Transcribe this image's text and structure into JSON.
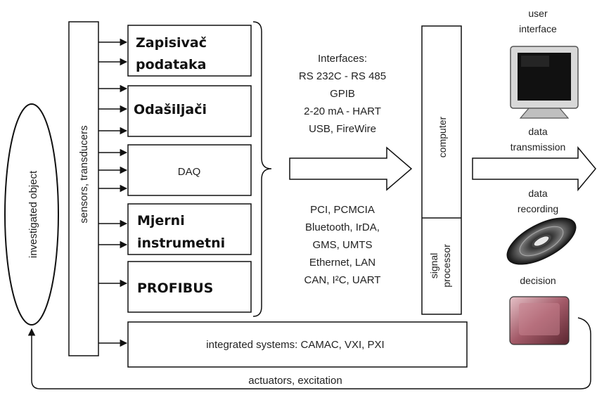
{
  "diagram": {
    "investigated_object": "investigated object",
    "sensors": "sensors, transducers",
    "modules": {
      "recorder": [
        "Zapisivač",
        "podataka"
      ],
      "transmitters": "Odašiljači",
      "daq": "DAQ",
      "instruments": [
        "Mjerni",
        "instrumetni"
      ],
      "profibus": "PROFIBUS"
    },
    "interfaces_top": [
      "Interfaces:",
      "RS 232C - RS 485",
      "GPIB",
      "2-20 mA - HART",
      "USB, FireWire"
    ],
    "interfaces_bottom": [
      "PCI, PCMCIA",
      "Bluetooth, IrDA,",
      "GMS, UMTS",
      "Ethernet, LAN",
      "CAN, I²C, UART"
    ],
    "computer": "computer",
    "signal_processor": [
      "signal",
      "processor"
    ],
    "user_interface": [
      "user",
      "interface"
    ],
    "data_transmission": [
      "data",
      "transmission"
    ],
    "data_recording": [
      "data",
      "recording"
    ],
    "decision": "decision",
    "integrated_systems": "integrated systems: CAMAC, VXI, PXI",
    "actuators": "actuators, excitation"
  }
}
